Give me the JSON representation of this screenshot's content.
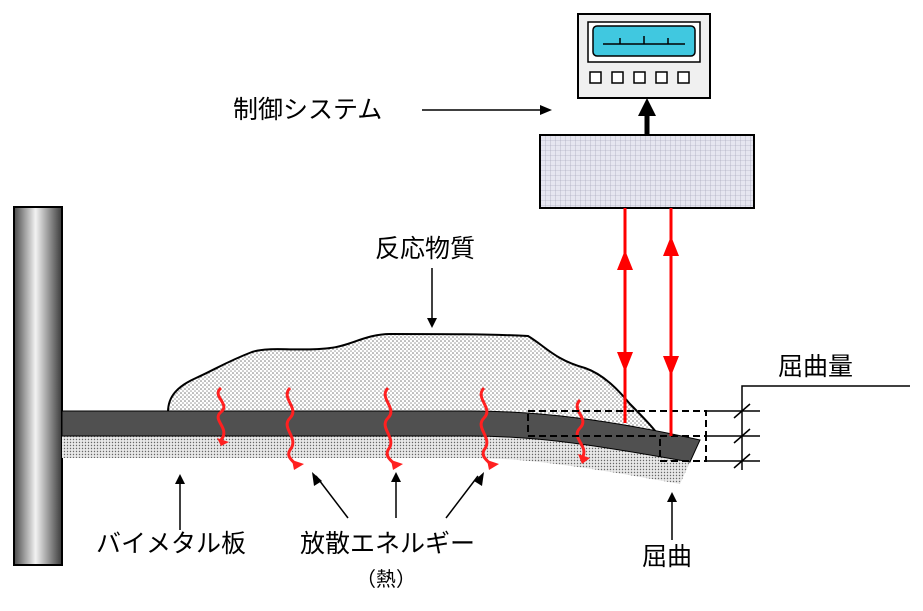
{
  "labels": {
    "control_system": "制御システム",
    "reactant": "反応物質",
    "bending_amount": "屈曲量",
    "bimetal": "バイメタル板",
    "dissipated_energy": "放散エネルギー",
    "heat": "（熱）",
    "bending": "屈曲"
  },
  "colors": {
    "laser": "#ff0000",
    "heat_wave": "#ff2020",
    "screen": "#40c8e0",
    "plate": "#505050"
  },
  "icons": {
    "meter": "meter-icon",
    "post": "wall-post-icon"
  }
}
